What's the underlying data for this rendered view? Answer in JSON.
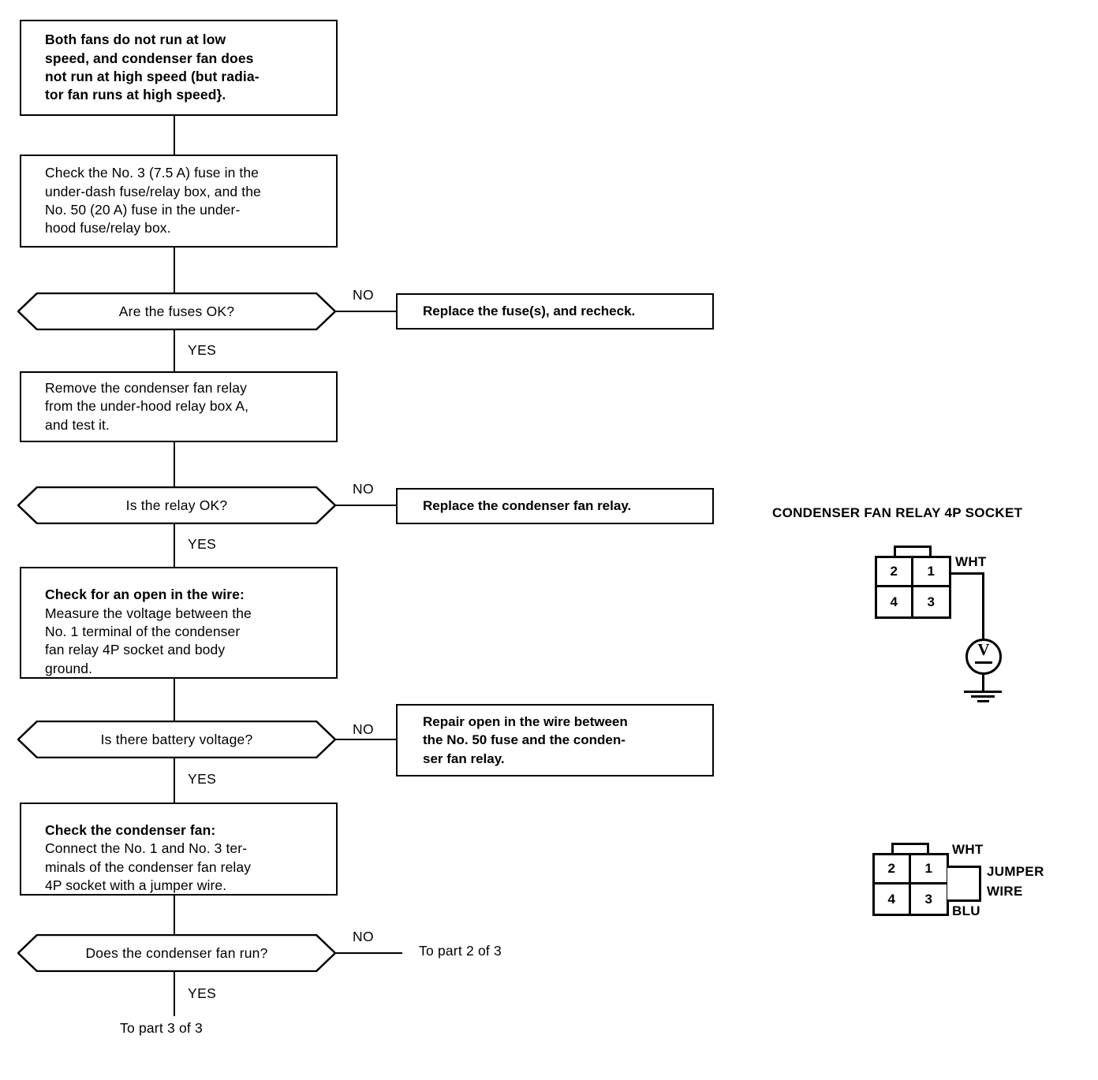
{
  "flowchart": {
    "symptom_box": "Both fans do not run at low\nspeed, and condenser fan does\nnot run at high speed (but radia-\ntor fan runs at high speed}.",
    "step_fuse": "Check the No. 3 (7.5 A) fuse in the\nunder-dash fuse/relay box, and the\nNo. 50 (20 A) fuse in the under-\nhood fuse/relay box.",
    "decision_fuses": "Are the fuses OK?",
    "action_replace_fuses": "Replace the fuse(s), and recheck.",
    "step_remove_relay": "Remove the condenser fan relay\nfrom the under-hood relay box A,\nand test it.",
    "decision_relay": "Is the relay OK?",
    "action_replace_relay": "Replace the condenser fan relay.",
    "step_open_wire_header": "Check for an open in the wire:",
    "step_open_wire_body": "Measure the voltage between the\nNo. 1 terminal of the condenser\nfan relay 4P socket and body\nground.",
    "decision_voltage": "Is there battery voltage?",
    "action_repair_open": "Repair open in the wire between\nthe No. 50 fuse and the conden-\nser fan relay.",
    "step_check_fan_header": "Check the condenser fan:",
    "step_check_fan_body": "Connect the No. 1 and No. 3 ter-\nminals of the condenser fan relay\n4P socket with a jumper wire.",
    "decision_fan_run": "Does the condenser fan run?",
    "labels": {
      "no": "NO",
      "yes": "YES"
    },
    "goto_part2": "To part  2 of 3",
    "goto_part3": "To part  3 of 3"
  },
  "socket_diagrams": {
    "title": "CONDENSER FAN RELAY 4P SOCKET",
    "voltage_test": {
      "terminals": [
        "2",
        "1",
        "4",
        "3"
      ],
      "wire_label_white": "WHT",
      "meter_symbol": "V"
    },
    "jumper_test": {
      "terminals": [
        "2",
        "1",
        "4",
        "3"
      ],
      "wire_label_white": "WHT",
      "wire_label_blue": "BLU",
      "jumper_label_line1": "JUMPER",
      "jumper_label_line2": "WIRE"
    }
  },
  "colors": {
    "ink": "#000000",
    "paper": "#ffffff"
  }
}
